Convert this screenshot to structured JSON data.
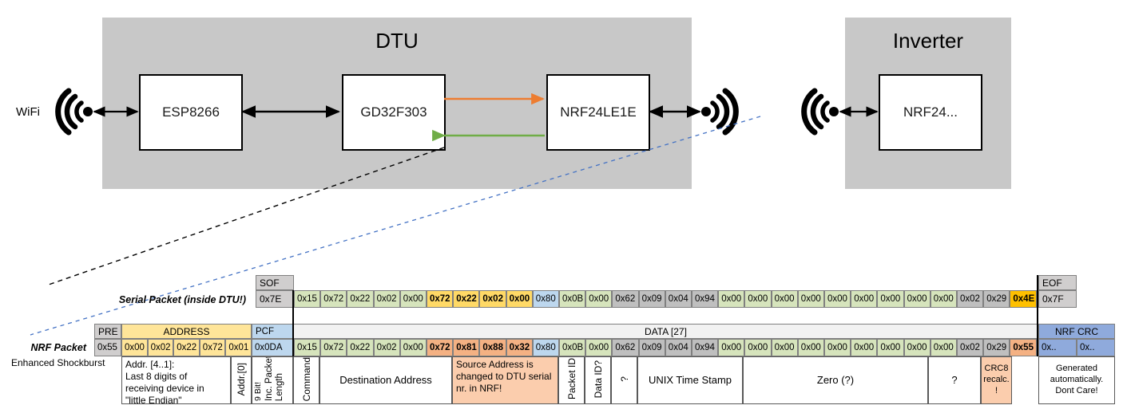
{
  "diagram": {
    "dtu": {
      "title": "DTU",
      "wifi_label": "WiFi",
      "chips": [
        {
          "name": "ESP8266"
        },
        {
          "name": "GD32F303"
        },
        {
          "name": "NRF24LE1E"
        }
      ],
      "antenna_left_icon": "wifi-antenna-icon",
      "antenna_right_icon": "nrf-antenna-icon"
    },
    "inverter": {
      "title": "Inverter",
      "chips": [
        {
          "name": "NRF24..."
        }
      ],
      "antenna_icon": "nrf-antenna-icon"
    },
    "arrow_colors": {
      "tx": "#ED7D31",
      "rx": "#70AD47",
      "black": "#000000",
      "blue_dash": "#4472C4"
    }
  },
  "serial_packet": {
    "row_label": "Serial Packet (inside DTU!)",
    "sof_header": "SOF",
    "eof_header": "EOF",
    "sof_value": "0x7E",
    "eof_value": "0x7F",
    "bytes": [
      {
        "v": "0x15",
        "c": "c-green"
      },
      {
        "v": "0x72",
        "c": "c-green"
      },
      {
        "v": "0x22",
        "c": "c-green"
      },
      {
        "v": "0x02",
        "c": "c-green"
      },
      {
        "v": "0x00",
        "c": "c-green"
      },
      {
        "v": "0x72",
        "c": "c-yellow"
      },
      {
        "v": "0x22",
        "c": "c-yellow"
      },
      {
        "v": "0x02",
        "c": "c-yellow"
      },
      {
        "v": "0x00",
        "c": "c-yellow"
      },
      {
        "v": "0x80",
        "c": "c-blue"
      },
      {
        "v": "0x0B",
        "c": "c-green"
      },
      {
        "v": "0x00",
        "c": "c-green"
      },
      {
        "v": "0x62",
        "c": "c-gray"
      },
      {
        "v": "0x09",
        "c": "c-gray"
      },
      {
        "v": "0x04",
        "c": "c-gray"
      },
      {
        "v": "0x94",
        "c": "c-gray"
      },
      {
        "v": "0x00",
        "c": "c-green"
      },
      {
        "v": "0x00",
        "c": "c-green"
      },
      {
        "v": "0x00",
        "c": "c-green"
      },
      {
        "v": "0x00",
        "c": "c-green"
      },
      {
        "v": "0x00",
        "c": "c-green"
      },
      {
        "v": "0x00",
        "c": "c-green"
      },
      {
        "v": "0x00",
        "c": "c-green"
      },
      {
        "v": "0x00",
        "c": "c-green"
      },
      {
        "v": "0x00",
        "c": "c-green"
      },
      {
        "v": "0x02",
        "c": "c-gray"
      },
      {
        "v": "0x29",
        "c": "c-gray"
      },
      {
        "v": "0x4E",
        "c": "c-orange"
      }
    ]
  },
  "nrf_packet": {
    "row_label": "NRF Packet",
    "sub_label": "Enhanced Shockburst",
    "headers": {
      "pre": "PRE",
      "address": "ADDRESS",
      "pcf": "PCF",
      "data": "DATA [27]",
      "crc": "NRF CRC"
    },
    "pre_value": "0x55",
    "address_values": [
      "0x00",
      "0x02",
      "0x22",
      "0x72",
      "0x01"
    ],
    "pcf_value": "0x0DA",
    "crc_values": [
      "0x..",
      "0x.."
    ],
    "bytes": [
      {
        "v": "0x15",
        "c": "c-green"
      },
      {
        "v": "0x72",
        "c": "c-green"
      },
      {
        "v": "0x22",
        "c": "c-green"
      },
      {
        "v": "0x02",
        "c": "c-green"
      },
      {
        "v": "0x00",
        "c": "c-green"
      },
      {
        "v": "0x72",
        "c": "c-salmon"
      },
      {
        "v": "0x81",
        "c": "c-salmon"
      },
      {
        "v": "0x88",
        "c": "c-salmon"
      },
      {
        "v": "0x32",
        "c": "c-salmon"
      },
      {
        "v": "0x80",
        "c": "c-blue"
      },
      {
        "v": "0x0B",
        "c": "c-green"
      },
      {
        "v": "0x00",
        "c": "c-green"
      },
      {
        "v": "0x62",
        "c": "c-gray"
      },
      {
        "v": "0x09",
        "c": "c-gray"
      },
      {
        "v": "0x04",
        "c": "c-gray"
      },
      {
        "v": "0x94",
        "c": "c-gray"
      },
      {
        "v": "0x00",
        "c": "c-green"
      },
      {
        "v": "0x00",
        "c": "c-green"
      },
      {
        "v": "0x00",
        "c": "c-green"
      },
      {
        "v": "0x00",
        "c": "c-green"
      },
      {
        "v": "0x00",
        "c": "c-green"
      },
      {
        "v": "0x00",
        "c": "c-green"
      },
      {
        "v": "0x00",
        "c": "c-green"
      },
      {
        "v": "0x00",
        "c": "c-green"
      },
      {
        "v": "0x00",
        "c": "c-green"
      },
      {
        "v": "0x02",
        "c": "c-gray"
      },
      {
        "v": "0x29",
        "c": "c-gray"
      },
      {
        "v": "0x55",
        "c": "c-salmon"
      }
    ],
    "descriptions": {
      "address_note": "Addr. [4..1]:\nLast 8 digits of receiving device in \"little Endian\"",
      "addr0": "Addr.[0]",
      "pcf_note": "9 Bit!",
      "pcf_note2": "Inc. Packet",
      "pcf_note3": "Length",
      "command": "Command",
      "destination": "Destination Address",
      "source_note": "Source Address is changed to DTU serial nr. in NRF!",
      "packet_id": "Packet ID",
      "data_id": "Data ID?",
      "tilde": "?",
      "unix": "UNIX Time Stamp",
      "zero": "Zero (?)",
      "question": "?",
      "crc8": "CRC8 recalc. !",
      "crc_note": "Generated automatically. Dont Care!"
    }
  }
}
